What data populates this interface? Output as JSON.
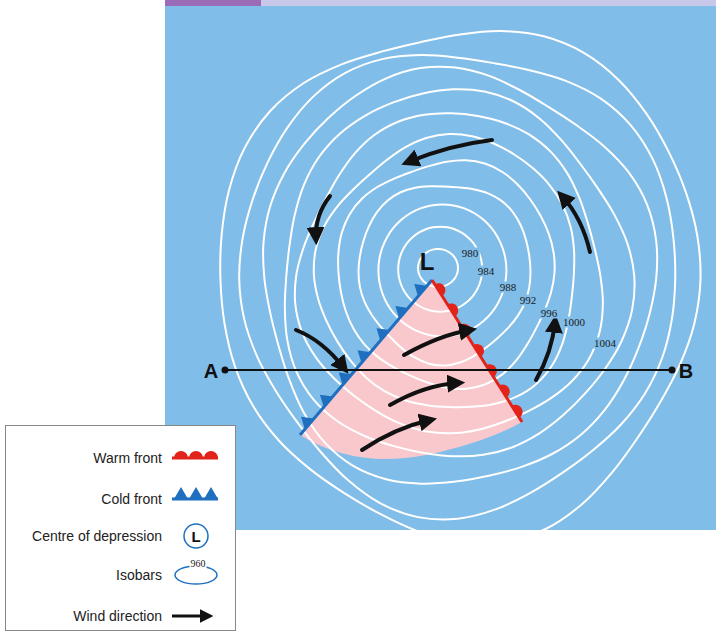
{
  "diagram": {
    "labels": [
      "L",
      "980",
      "984",
      "988",
      "992",
      "996",
      "1000",
      "1004",
      "A",
      "B",
      "L",
      "960"
    ],
    "legend": [
      {
        "text": "Warm front"
      },
      {
        "text": "Cold front"
      },
      {
        "text": "Centre of depression"
      },
      {
        "text": "Isobars"
      },
      {
        "text": "Wind direction"
      }
    ]
  }
}
